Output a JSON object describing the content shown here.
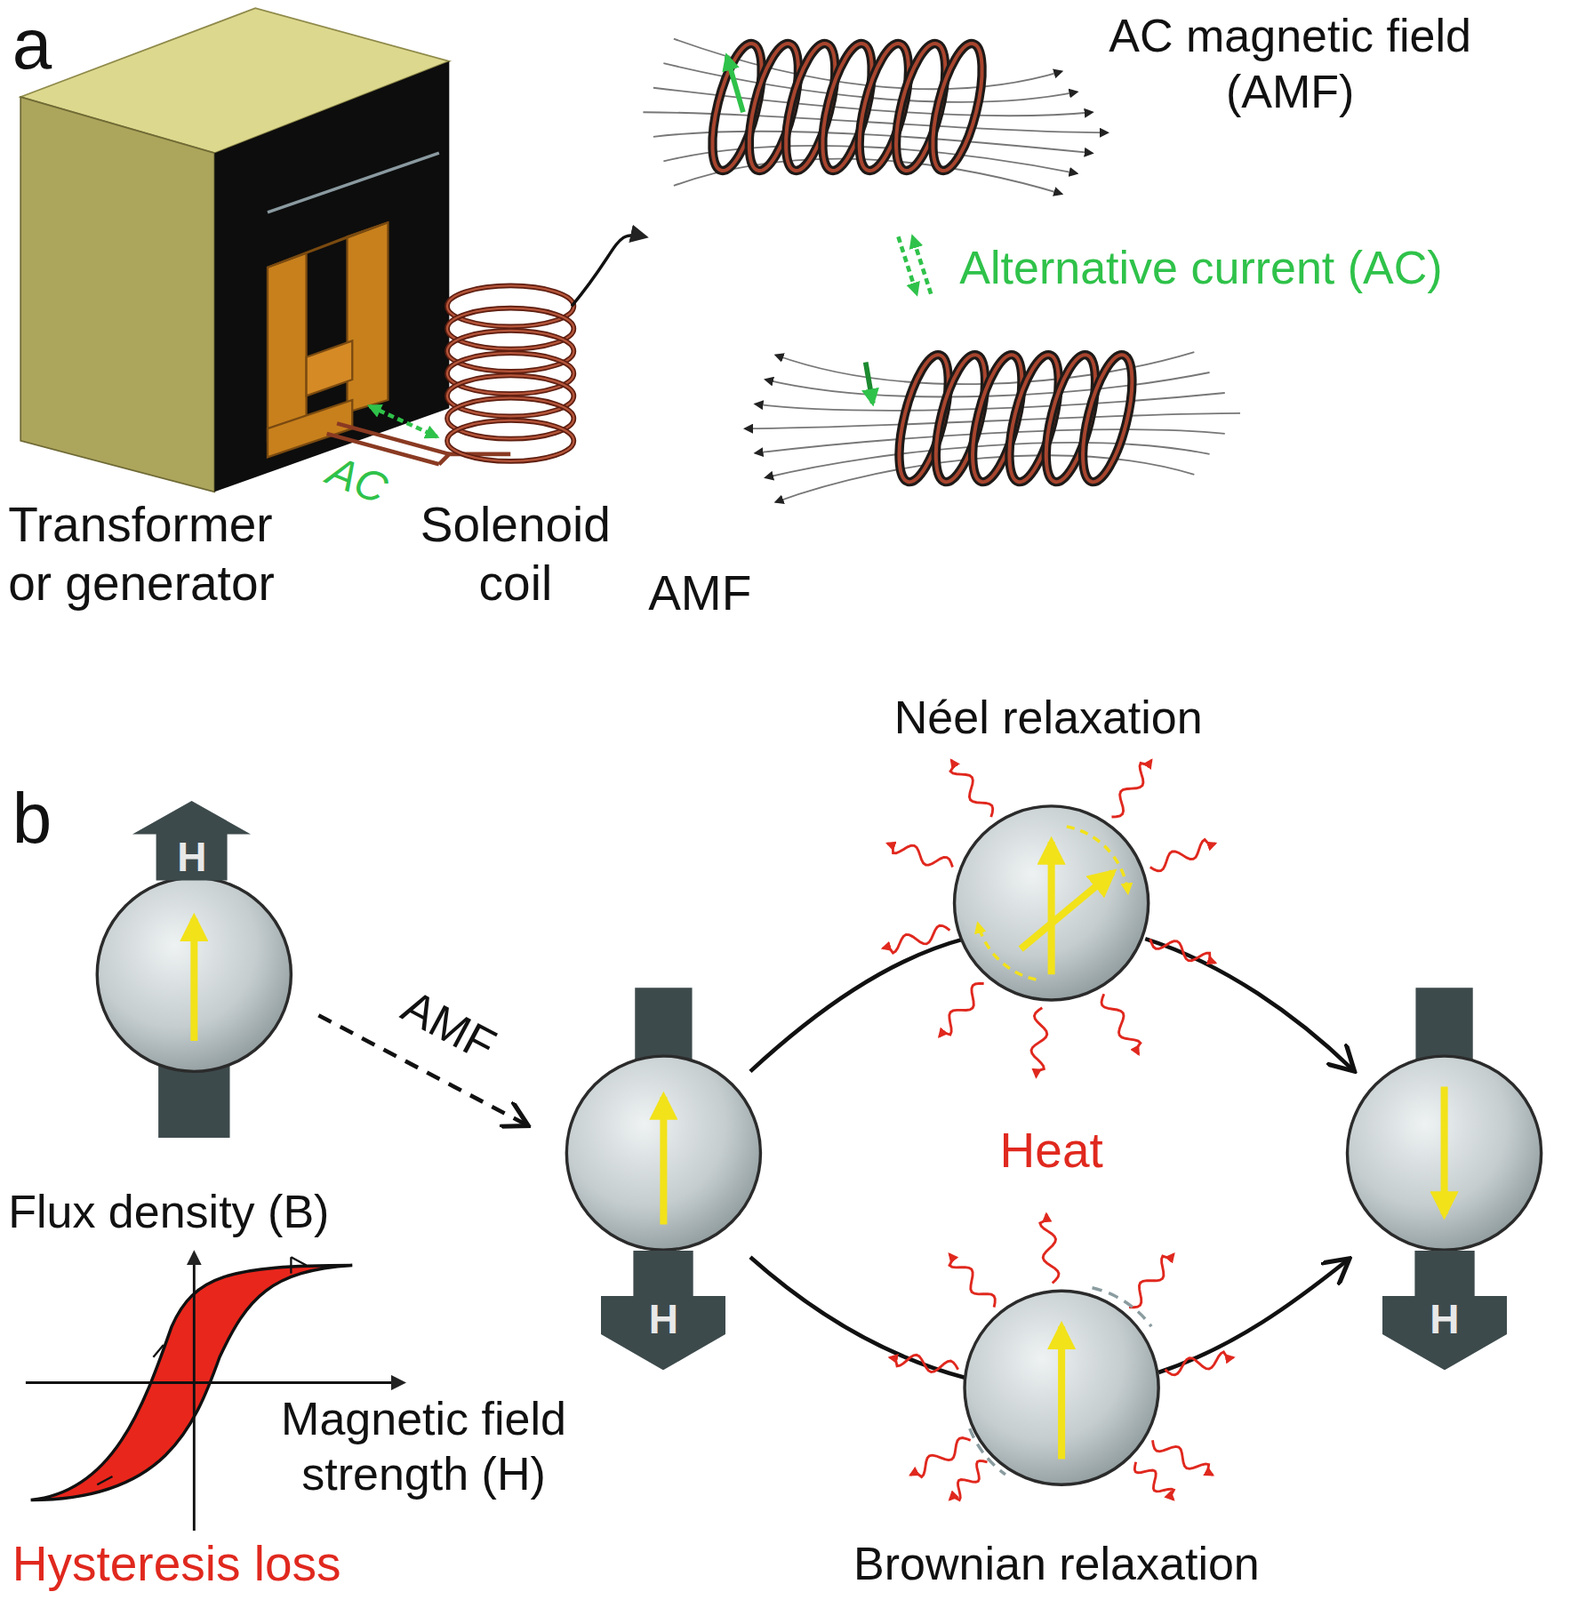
{
  "diagram": {
    "nodes": [
      {
        "text": [
          "H"
        ]
      },
      {
        "text": [
          "H"
        ]
      },
      {
        "text": [
          "H"
        ]
      }
    ],
    "labels": [
      "a",
      "AC magnetic field (AMF)",
      "Alternative current (AC)",
      "AC",
      "Transformer or generator",
      "Solenoid coil",
      "AMF",
      "b",
      "Néel relaxation",
      "AMF",
      "Heat",
      "Flux density (B)",
      "Magnetic field strength (H)",
      "Hysteresis loss",
      "Brownian relaxation"
    ]
  }
}
